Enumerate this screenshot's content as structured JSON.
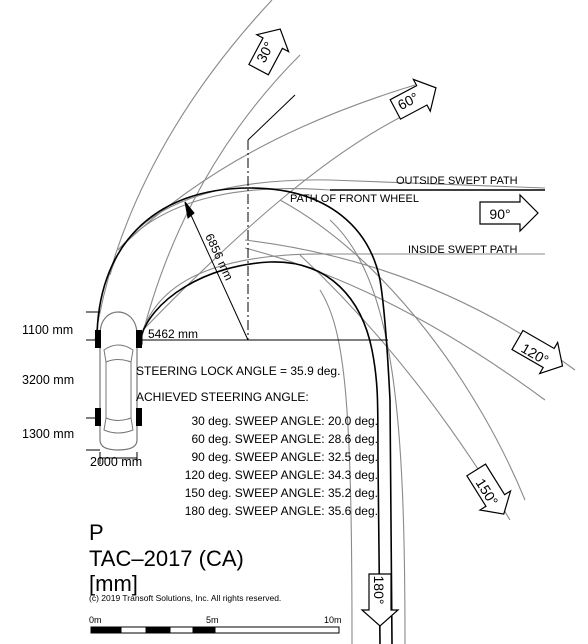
{
  "labels": {
    "outside_swept_path": "OUTSIDE SWEPT PATH",
    "path_of_front_wheel": "PATH OF FRONT WHEEL",
    "inside_swept_path": "INSIDE SWEPT PATH",
    "radius_outer": "6856 mm",
    "radius_inner": "5462 mm"
  },
  "angle_arrows": [
    "30°",
    "60°",
    "90°",
    "120°",
    "150°",
    "180°"
  ],
  "vehicle_dims": {
    "front_overhang": "1100 mm",
    "wheelbase": "3200 mm",
    "rear_overhang": "1300 mm",
    "width": "2000 mm"
  },
  "steering": {
    "lock_line": "STEERING LOCK ANGLE = 35.9 deg.",
    "achieved_heading": "ACHIEVED STEERING ANGLE:",
    "rows": [
      "30 deg.  SWEEP ANGLE:  20.0  deg.",
      "60 deg.  SWEEP ANGLE:  28.6  deg.",
      "90 deg.  SWEEP ANGLE:  32.5  deg.",
      "120 deg.  SWEEP ANGLE:  34.3  deg.",
      "150 deg.  SWEEP ANGLE:  35.2  deg.",
      "180 deg.  SWEEP ANGLE:  35.6  deg."
    ]
  },
  "title_block": {
    "vehicle": "P",
    "standard": "TAC–2017 (CA)",
    "units": "[mm]",
    "copyright": "(c) 2019 Transoft Solutions, Inc. All rights reserved."
  },
  "scale_bar": {
    "labels": [
      "0m",
      "5m",
      "10m"
    ]
  }
}
